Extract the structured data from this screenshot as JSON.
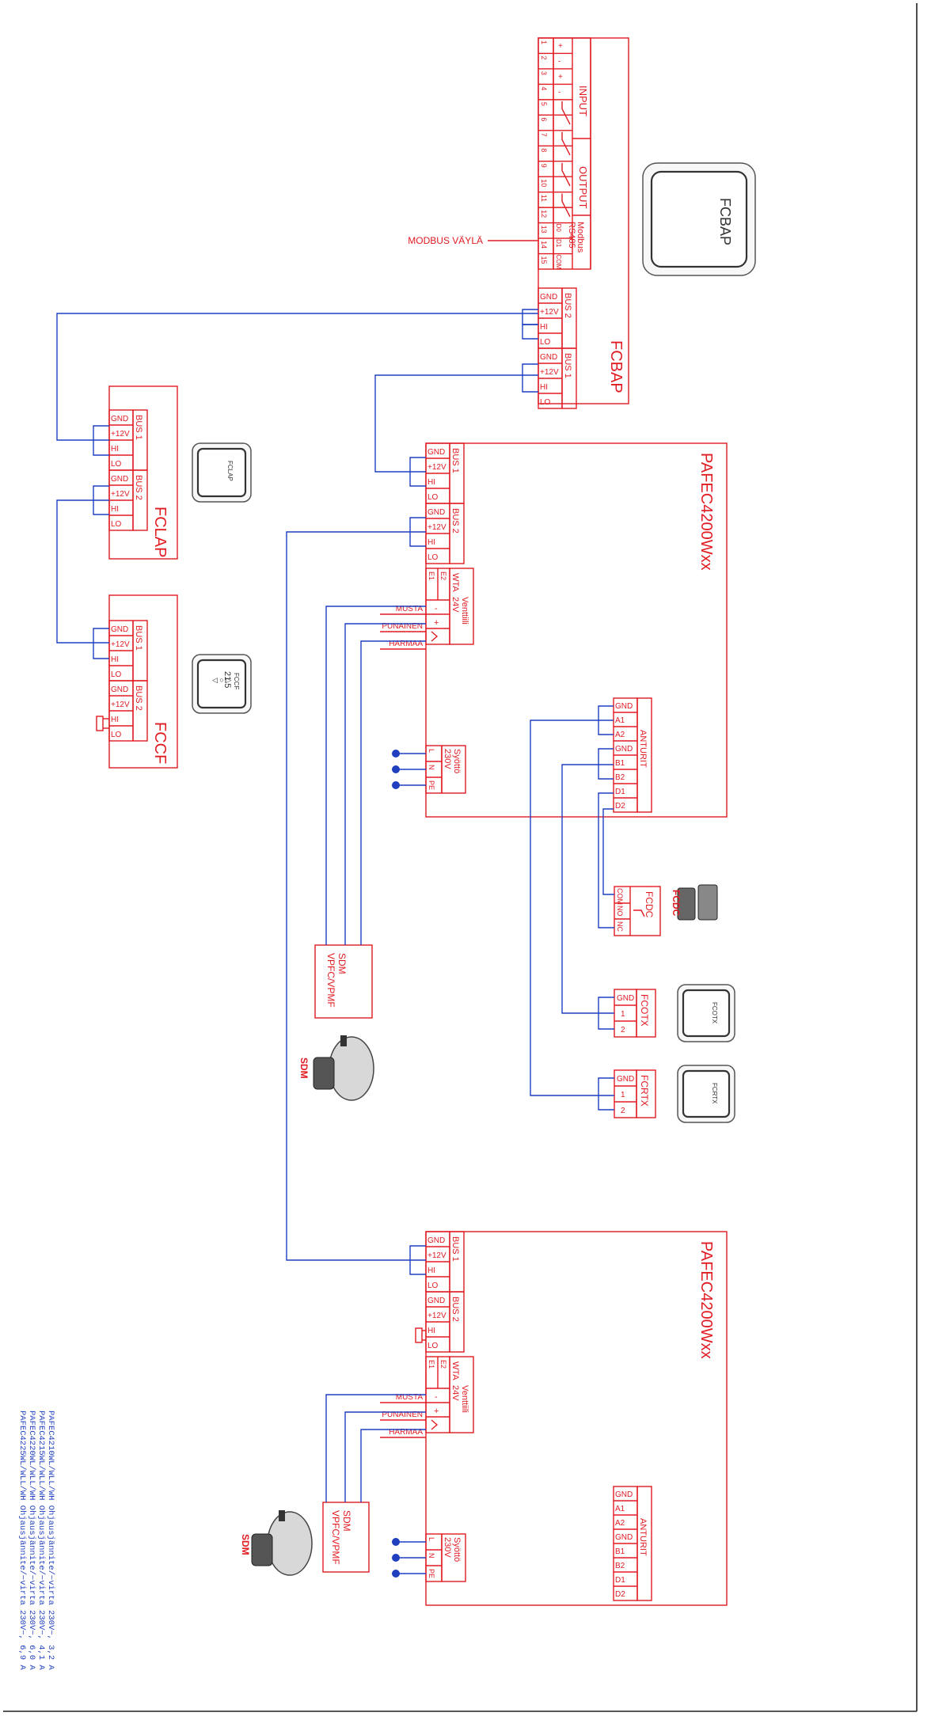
{
  "fcbap": {
    "title": "FCBAP",
    "device_label": "FCBAP",
    "input": "INPUT",
    "output": "OUTPUT",
    "modbus": [
      "Modbus",
      "RS485"
    ],
    "terminals": [
      "1",
      "2",
      "3",
      "4",
      "5",
      "6",
      "7",
      "8",
      "9",
      "10",
      "11",
      "12",
      "13",
      "14",
      "15"
    ],
    "terminal_signs": [
      "+",
      "-",
      "+",
      "-"
    ],
    "modbus_pins": [
      "D0",
      "D1",
      "COM"
    ],
    "modbus_note": "MODBUS VÄYLÄ",
    "bus1": "BUS 1",
    "bus2": "BUS 2",
    "bus_pins": [
      "GND",
      "+12V",
      "HI",
      "LO"
    ]
  },
  "fclap": {
    "title": "FCLAP",
    "device_label": "FCLAP",
    "bus1": "BUS 1",
    "bus2": "BUS 2",
    "bus_pins": [
      "GND",
      "+12V",
      "HI",
      "LO"
    ]
  },
  "fccf": {
    "title": "FCCF",
    "device_label": "FCCF",
    "display": "21.5",
    "bus1": "BUS 1",
    "bus2": "BUS 2",
    "bus_pins": [
      "GND",
      "+12V",
      "HI",
      "LO"
    ]
  },
  "pafec_top": {
    "title": "PAFEC4200Wxx",
    "bus1": "BUS 1",
    "bus2": "BUS 2",
    "bus_pins": [
      "GND",
      "+12V",
      "HI",
      "LO"
    ],
    "wta": "WTA",
    "venttiili": [
      "Venttiili",
      "24V"
    ],
    "e_pins": [
      "E1",
      "E2"
    ],
    "valve_pins": [
      "-",
      "+"
    ],
    "wires": [
      "MUSTA",
      "PUNAINEN",
      "HARMAA"
    ],
    "syotto": [
      "Syöttö",
      "230V"
    ],
    "power_pins": [
      "L",
      "N",
      "PE"
    ],
    "anturit": "ANTURIT",
    "sensor_pins": [
      "GND",
      "A1",
      "A2",
      "GND",
      "B1",
      "B2",
      "D1",
      "D2"
    ]
  },
  "pafec_bottom": {
    "title": "PAFEC4200Wxx",
    "bus1": "BUS 1",
    "bus2": "BUS 2",
    "bus_pins": [
      "GND",
      "+12V",
      "HI",
      "LO"
    ],
    "wta": "WTA",
    "venttiili": [
      "Venttiili",
      "24V"
    ],
    "e_pins": [
      "E1",
      "E2"
    ],
    "valve_pins": [
      "-",
      "+"
    ],
    "wires": [
      "MUSTA",
      "PUNAINEN",
      "HARMAA"
    ],
    "syotto": [
      "Syöttö",
      "230V"
    ],
    "power_pins": [
      "L",
      "N",
      "PE"
    ],
    "anturit": "ANTURIT",
    "sensor_pins": [
      "GND",
      "A1",
      "A2",
      "GND",
      "B1",
      "B2",
      "D1",
      "D2"
    ]
  },
  "fcdc": {
    "title": "FCDC",
    "pins": [
      "COM",
      "NO",
      "NC"
    ],
    "device_label": "FCDC"
  },
  "fcotx": {
    "title": "FCOTX",
    "pins": [
      "GND",
      "1",
      "2"
    ],
    "device_label": "FCOTX"
  },
  "fcrtx": {
    "title": "FCRTX",
    "pins": [
      "GND",
      "1",
      "2"
    ],
    "device_label": "FCRTX"
  },
  "sdm_top": {
    "title": "SDM",
    "subtitle": "VPFC/VPMF",
    "device_label": "SDM"
  },
  "sdm_bottom": {
    "title": "SDM",
    "subtitle": "VPFC/VPMF",
    "device_label": "SDM"
  },
  "notes": [
    "PAFEC4210WL/WLL/WH Ohjausjännite/~virta 230V~, 3,2 A",
    "PAFEC4215WL/WLL/WH Ohjausjännite/~virta 230V~, 4,1 A",
    "PAFEC4220WL/WLL/WH Ohjausjännite/~virta 230V~, 6,0 A",
    "PAFEC4225WL/WLL/WH Ohjausjännite/~virta 230V~, 6,9 A"
  ],
  "colors": {
    "schematic": "#e11b22",
    "wire": "#1f3fbf",
    "frame": "#222222"
  }
}
